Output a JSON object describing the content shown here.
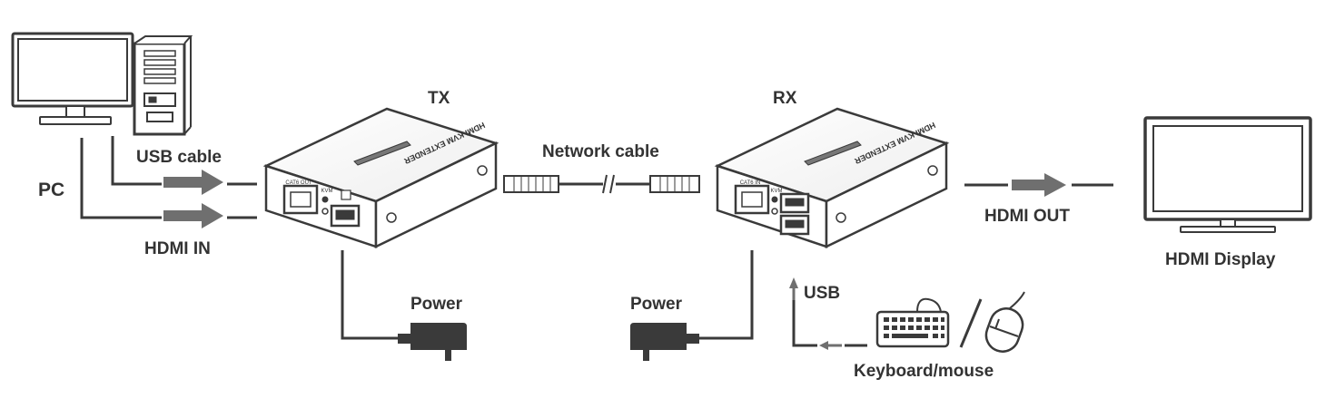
{
  "labels": {
    "pc": "PC",
    "usb_cable": "USB cable",
    "hdmi_in": "HDMI IN",
    "tx": "TX",
    "rx": "RX",
    "network_cable": "Network cable",
    "hdmi_out": "HDMI OUT",
    "hdmi_display": "HDMI Display",
    "power_tx": "Power",
    "power_rx": "Power",
    "usb": "USB",
    "keyboard_mouse": "Keyboard/mouse"
  },
  "device_text": {
    "brand": "HDMI KVM EXTENDER",
    "tx_port_lan": "CAT6 OUT",
    "rx_port_lan": "CAT6 IN",
    "port_kvm": "KVM"
  },
  "colors": {
    "line": "#3a3a3a",
    "arrow": "#6f6f6f",
    "text": "#333333"
  }
}
